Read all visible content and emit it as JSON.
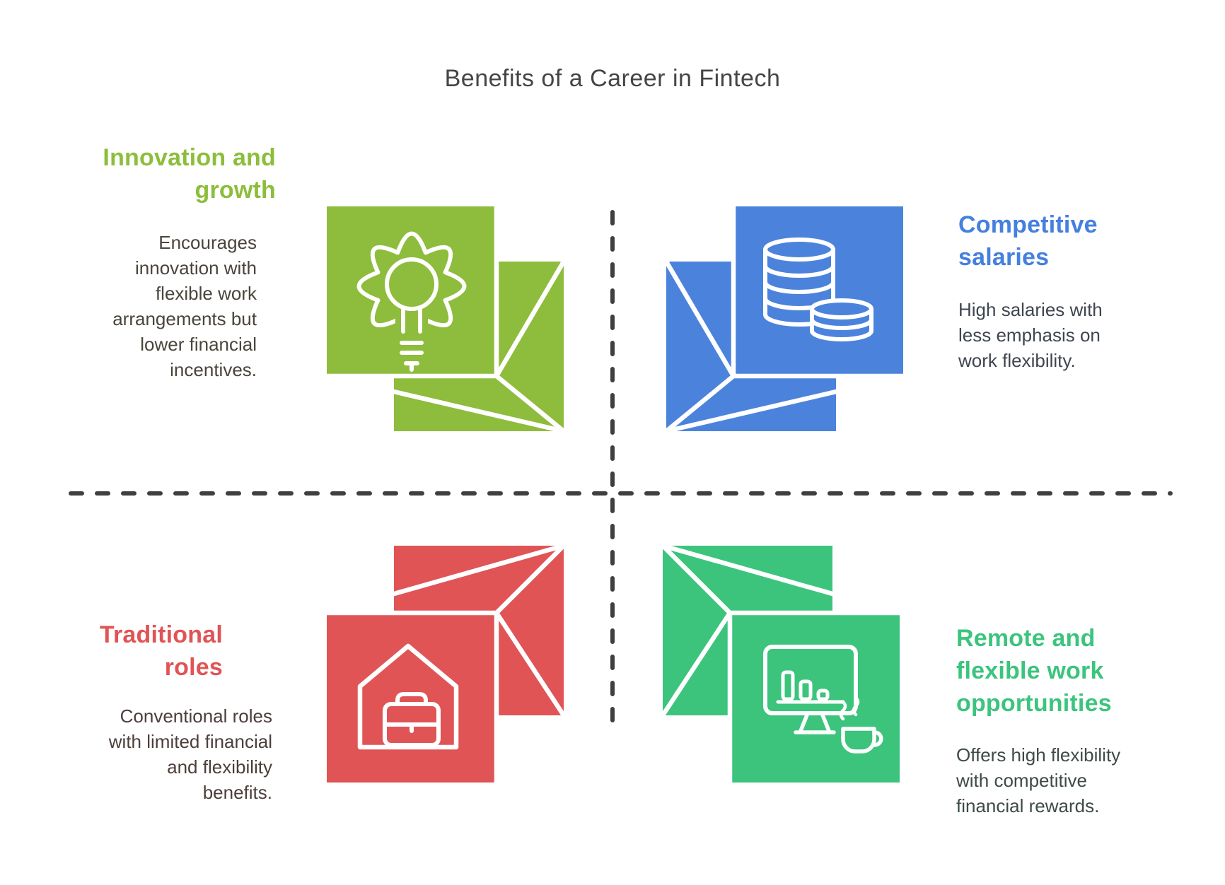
{
  "title": "Benefits of a Career in Fintech",
  "title_color": "#454545",
  "divider_color": "#3f3f3f",
  "quadrants": [
    {
      "id": "innovation",
      "heading": "Innovation and growth",
      "body": "Encourages innovation with flexible work arrangements but lower financial incentives.",
      "color": "#8ebc3c",
      "heading_color": "#8cbe3b",
      "body_color": "#4a453c",
      "icon": "gear-lightbulb"
    },
    {
      "id": "salaries",
      "heading": "Competitive salaries",
      "body": "High salaries with less emphasis on work flexibility.",
      "color": "#4b83dc",
      "heading_color": "#4580e0",
      "body_color": "#3f4650",
      "icon": "coin-stacks"
    },
    {
      "id": "traditional",
      "heading": "Traditional roles",
      "body": "Conventional roles with limited financial and flexibility benefits.",
      "color": "#e05456",
      "heading_color": "#e05456",
      "body_color": "#4c3e3a",
      "icon": "home-briefcase"
    },
    {
      "id": "remote",
      "heading": "Remote and flexible work opportunities",
      "body": "Offers high flexibility with competitive financial rewards.",
      "color": "#3cc47d",
      "heading_color": "#3cc47d",
      "body_color": "#3d4b45",
      "icon": "monitor-chart-coffee"
    }
  ]
}
